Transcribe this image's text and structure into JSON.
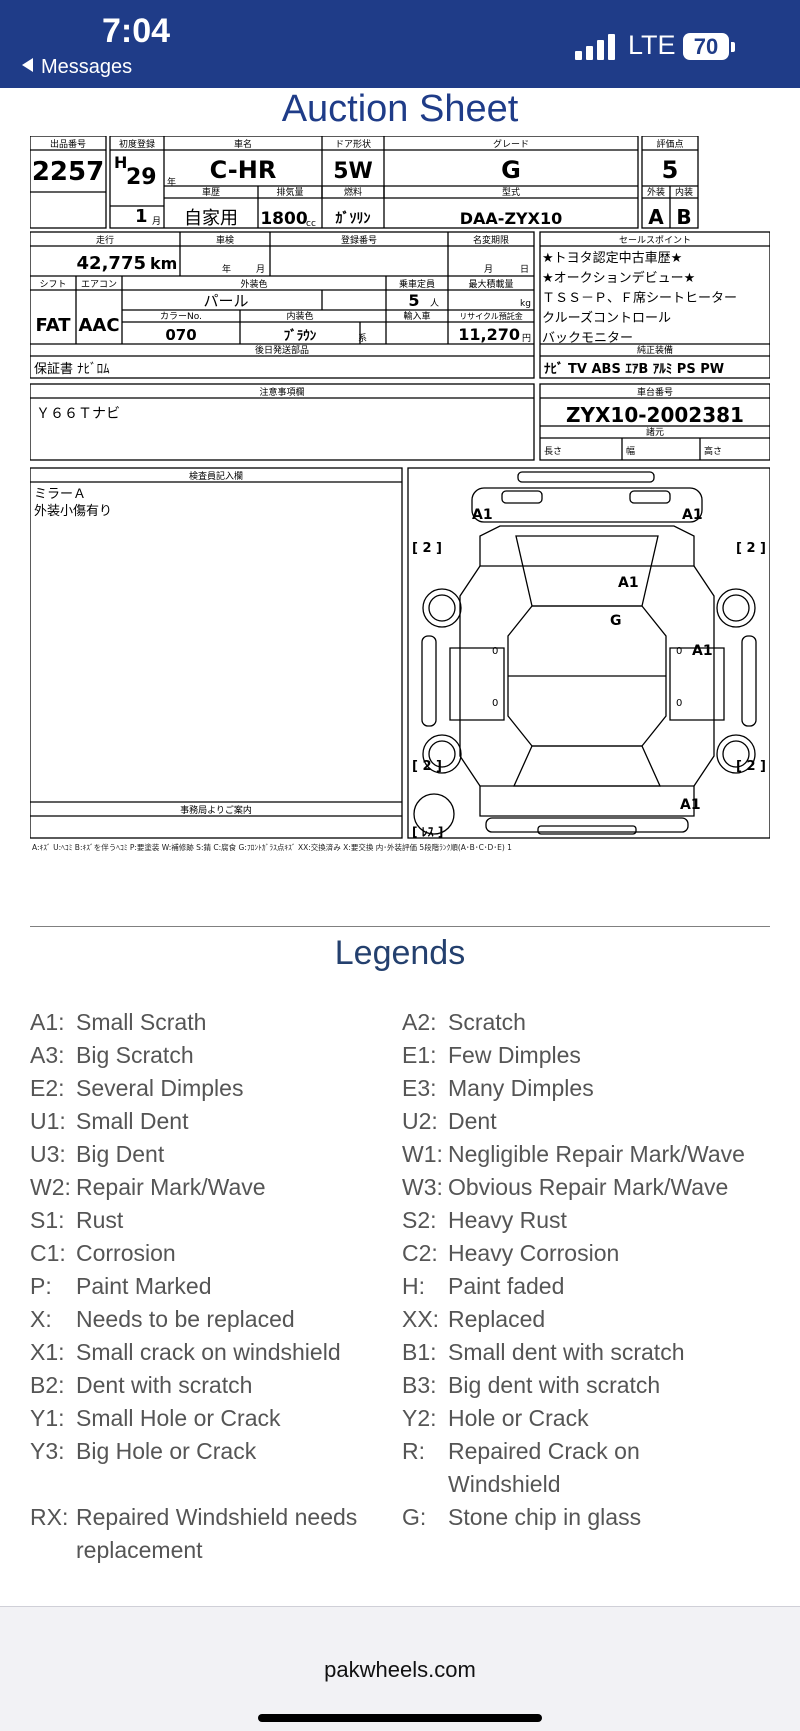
{
  "status_bar": {
    "time": "7:04",
    "back_label": "Messages",
    "network": "LTE",
    "battery": "70"
  },
  "page": {
    "title": "Auction Sheet",
    "legend_title": "Legends",
    "url": "pakwheels.com"
  },
  "sheet": {
    "headers": {
      "lot_no": "出品番号",
      "first_reg": "初度登録",
      "car_name": "車名",
      "door": "ドア形状",
      "grade": "グレード",
      "score": "評価点",
      "history": "車歴",
      "displacement": "排気量",
      "fuel": "燃料",
      "model": "型式",
      "exterior": "外装",
      "interior": "内装",
      "mileage": "走行",
      "inspection": "車検",
      "reg_no": "登録番号",
      "name_change": "名変期限",
      "sales_point": "セールスポイント",
      "shift": "シフト",
      "aircon": "エアコン",
      "ext_color": "外装色",
      "capacity": "乗車定員",
      "max_load": "最大積載量",
      "color_no": "カラーNo.",
      "int_color": "内装色",
      "import": "輸入車",
      "recycle": "リサイクル預託金",
      "later_parts": "後日発送部品",
      "genuine": "純正装備",
      "notes": "注意事項欄",
      "chassis": "車台番号",
      "dims": "諸元",
      "length": "長さ",
      "width": "幅",
      "height": "高さ",
      "inspector": "検査員記入欄",
      "office": "事務局よりご案内"
    },
    "lot_no": "2257",
    "era": "H",
    "year": "29",
    "year_unit": "年",
    "month": "1",
    "month_unit": "月",
    "car_name": "C-HR",
    "door": "5W",
    "grade": "G",
    "score": "5",
    "score_ext": "A",
    "score_int": "B",
    "history": "自家用",
    "displacement": "1800",
    "displacement_unit": "cc",
    "fuel": "ｶﾞｿﾘﾝ",
    "model": "DAA-ZYX10",
    "mileage": "42,775",
    "mileage_unit": "km",
    "inspection_year": "年",
    "inspection_month": "月",
    "name_change_month": "月",
    "name_change_day": "日",
    "sales_points": [
      "★トヨタ認定中古車歴★",
      "★オークションデビュー★",
      "ＴＳＳ－Ｐ、Ｆ席シートヒーター",
      "クルーズコントロール",
      "バックモニター"
    ],
    "shift": "FAT",
    "aircon": "AAC",
    "ext_color": "パール",
    "capacity": "5",
    "capacity_unit": "人",
    "max_load_unit": "kg",
    "color_no": "070",
    "int_color": "ﾌﾞﾗｳﾝ",
    "int_color_unit": "系",
    "recycle": "11,270",
    "recycle_unit": "円",
    "later_parts": "保証書 ﾅﾋﾞﾛﾑ",
    "genuine": "ﾅﾋﾞ TV ABS ｴｱB ｱﾙﾐ PS PW",
    "notes": "Ｙ６６Ｔナビ",
    "chassis": "ZYX10-2002381",
    "inspector_lines": [
      "ミラーＡ",
      "外装小傷有り"
    ],
    "diagram_marks": {
      "a1_front_left": "A1",
      "a1_front_right": "A1",
      "a1_hood": "A1",
      "g_windshield": "G",
      "a1_right_door": "A1",
      "a1_rear": "A1",
      "zero_1": "0",
      "zero_2": "0",
      "zero_3": "0",
      "zero_4": "0",
      "tire_fl": "[ 2 ]",
      "tire_fr": "[ 2 ]",
      "tire_rl": "[ 2 ]",
      "tire_rr": "[ 2 ]",
      "spare": "[ ﾚｽ ]"
    },
    "footer_legend": "A:ｷｽﾞ U:ﾍｺﾐ B:ｷｽﾞを伴うﾍｺﾐ P:要塗装 W:補修跡 S:錆 C:腐食 G:ﾌﾛﾝﾄｶﾞﾗｽ点ｷｽﾞ XX:交換済み X:要交換 内･外装評価 5段階ﾗﾝｸ順(A･B･C･D･E) 1"
  },
  "legends": [
    {
      "code": "A1:",
      "desc": "Small Scrath"
    },
    {
      "code": "A2:",
      "desc": "Scratch"
    },
    {
      "code": "A3:",
      "desc": "Big Scratch"
    },
    {
      "code": "E1:",
      "desc": "Few Dimples"
    },
    {
      "code": "E2:",
      "desc": "Several Dimples"
    },
    {
      "code": "E3:",
      "desc": "Many Dimples"
    },
    {
      "code": "U1:",
      "desc": "Small Dent"
    },
    {
      "code": "U2:",
      "desc": "Dent"
    },
    {
      "code": "U3:",
      "desc": "Big Dent"
    },
    {
      "code": "W1:",
      "desc": "Negligible Repair Mark/Wave"
    },
    {
      "code": "W2:",
      "desc": "Repair Mark/Wave"
    },
    {
      "code": "W3:",
      "desc": "Obvious Repair Mark/Wave"
    },
    {
      "code": "S1:",
      "desc": "Rust"
    },
    {
      "code": "S2:",
      "desc": "Heavy Rust"
    },
    {
      "code": "C1:",
      "desc": "Corrosion"
    },
    {
      "code": "C2:",
      "desc": "Heavy Corrosion"
    },
    {
      "code": "P:",
      "desc": "Paint Marked"
    },
    {
      "code": "H:",
      "desc": "Paint faded"
    },
    {
      "code": "X:",
      "desc": "Needs to be replaced"
    },
    {
      "code": "XX:",
      "desc": "Replaced"
    },
    {
      "code": "X1:",
      "desc": "Small crack on windshield"
    },
    {
      "code": "B1:",
      "desc": "Small dent with scratch"
    },
    {
      "code": "B2:",
      "desc": "Dent with scratch"
    },
    {
      "code": "B3:",
      "desc": "Big dent with scratch"
    },
    {
      "code": "Y1:",
      "desc": "Small Hole or Crack"
    },
    {
      "code": "Y2:",
      "desc": "Hole or Crack"
    },
    {
      "code": "Y3:",
      "desc": "Big Hole or Crack"
    },
    {
      "code": "R:",
      "desc": "Repaired Crack on Windshield"
    },
    {
      "code": "RX:",
      "desc": "Repaired Windshield needs replacement"
    },
    {
      "code": "G:",
      "desc": "Stone chip in glass"
    }
  ]
}
